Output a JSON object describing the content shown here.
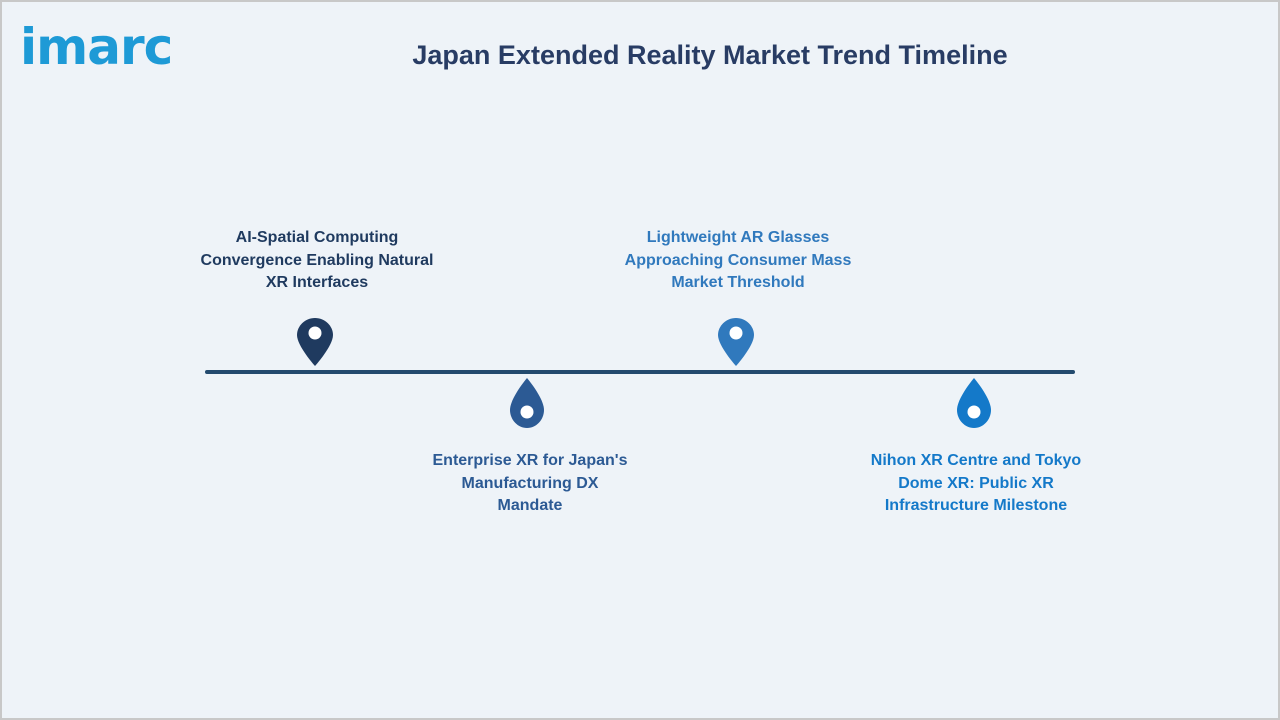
{
  "logo": {
    "text": "imarc"
  },
  "title": "Japan Extended Reality Market Trend Timeline",
  "milestones": [
    {
      "lines": [
        "AI-Spatial Computing",
        "Convergence Enabling Natural",
        "XR Interfaces"
      ],
      "color": "#1f3a5f",
      "icon": "map-pin-icon"
    },
    {
      "lines": [
        "Enterprise XR for Japan's",
        "Manufacturing DX",
        "Mandate"
      ],
      "color": "#2c5a94",
      "icon": "droplet-icon"
    },
    {
      "lines": [
        "Lightweight AR Glasses",
        "Approaching Consumer Mass",
        "Market Threshold"
      ],
      "color": "#3079bd",
      "icon": "map-pin-icon"
    },
    {
      "lines": [
        "Nihon XR Centre and Tokyo",
        "Dome XR: Public XR",
        "Infrastructure Milestone"
      ],
      "color": "#1479c9",
      "icon": "droplet-icon"
    }
  ]
}
